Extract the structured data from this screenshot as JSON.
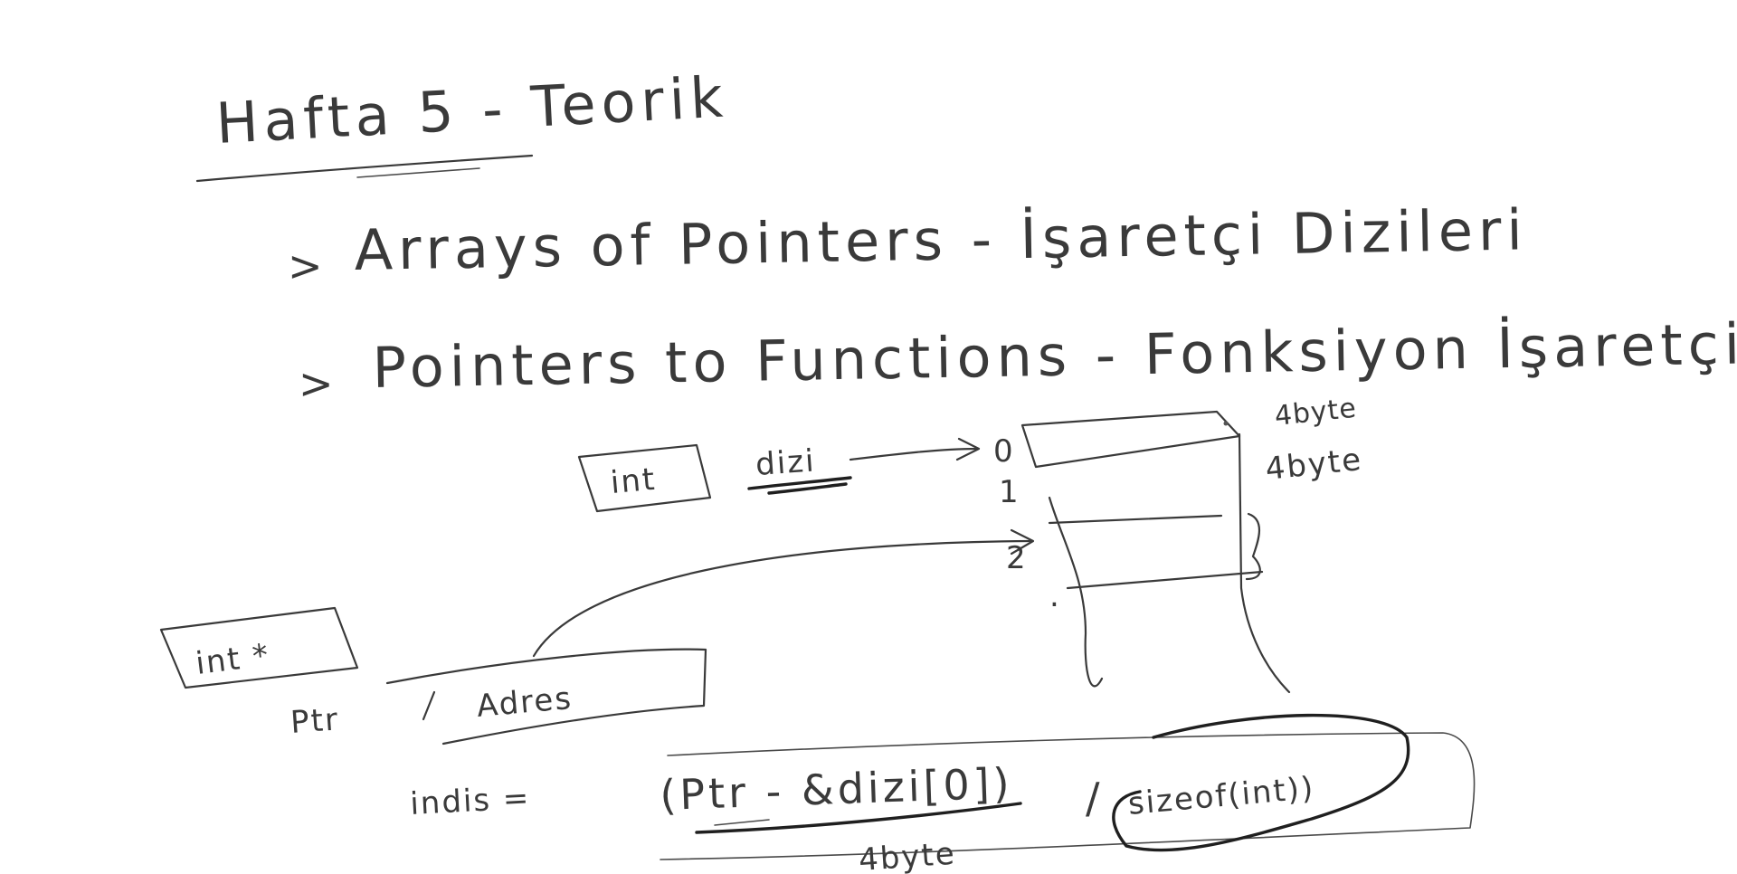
{
  "title": "Hafta 5 - Teorik",
  "topics": [
    {
      "bullet": ">",
      "text": "Arrays of Pointers - İşaretçi Dizileri"
    },
    {
      "bullet": ">",
      "text": "Pointers to Functions - Fonksiyon İşaretçisi"
    }
  ],
  "array_diagram": {
    "type_label": "int",
    "array_name": "dizi",
    "indices": [
      "0",
      "1",
      "2"
    ],
    "ellipsis": ".",
    "cell_size_labels": [
      "4byte",
      "4byte"
    ]
  },
  "pointer_diagram": {
    "type_label": "int *",
    "pointer_name": "Ptr",
    "cell_label": "Adres"
  },
  "formula": {
    "lhs": "indis =",
    "numerator": "(Ptr - &dizi[0])",
    "divider": "/",
    "denominator": "sizeof(int))",
    "under_label": "4byte"
  },
  "colors": {
    "ink": "#3a3a3a",
    "background": "#ffffff"
  }
}
